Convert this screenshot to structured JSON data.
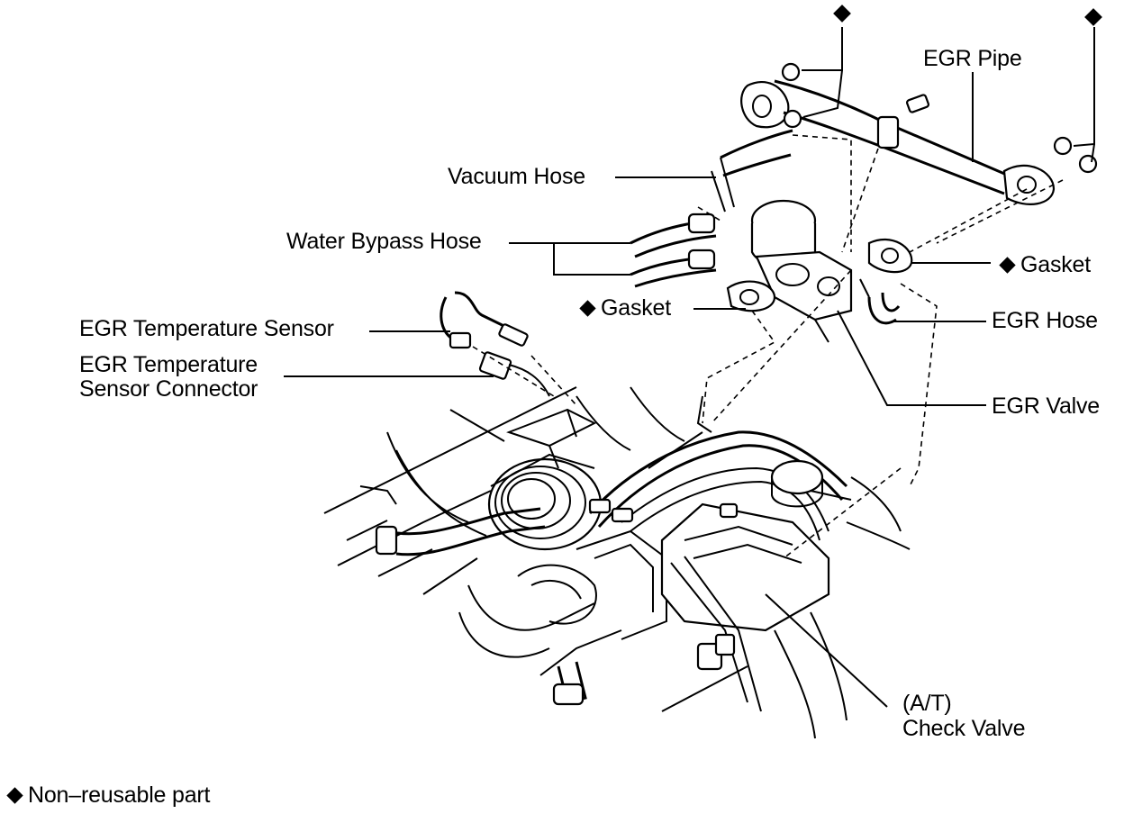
{
  "labels": {
    "egr_pipe": "EGR Pipe",
    "vacuum_hose": "Vacuum Hose",
    "water_bypass_hose": "Water Bypass Hose",
    "gasket_right": "Gasket",
    "gasket_left": "Gasket",
    "egr_hose": "EGR Hose",
    "egr_temp_sensor": "EGR Temperature Sensor",
    "egr_temp_connector_line1": "EGR Temperature",
    "egr_temp_connector_line2": "Sensor Connector",
    "egr_valve": "EGR Valve",
    "check_valve_line1": "(A/T)",
    "check_valve_line2": "Check Valve"
  },
  "legend": {
    "text": "Non–reusable part",
    "symbol": "diamond"
  },
  "colors": {
    "ink": "#000000",
    "paper": "#ffffff"
  }
}
